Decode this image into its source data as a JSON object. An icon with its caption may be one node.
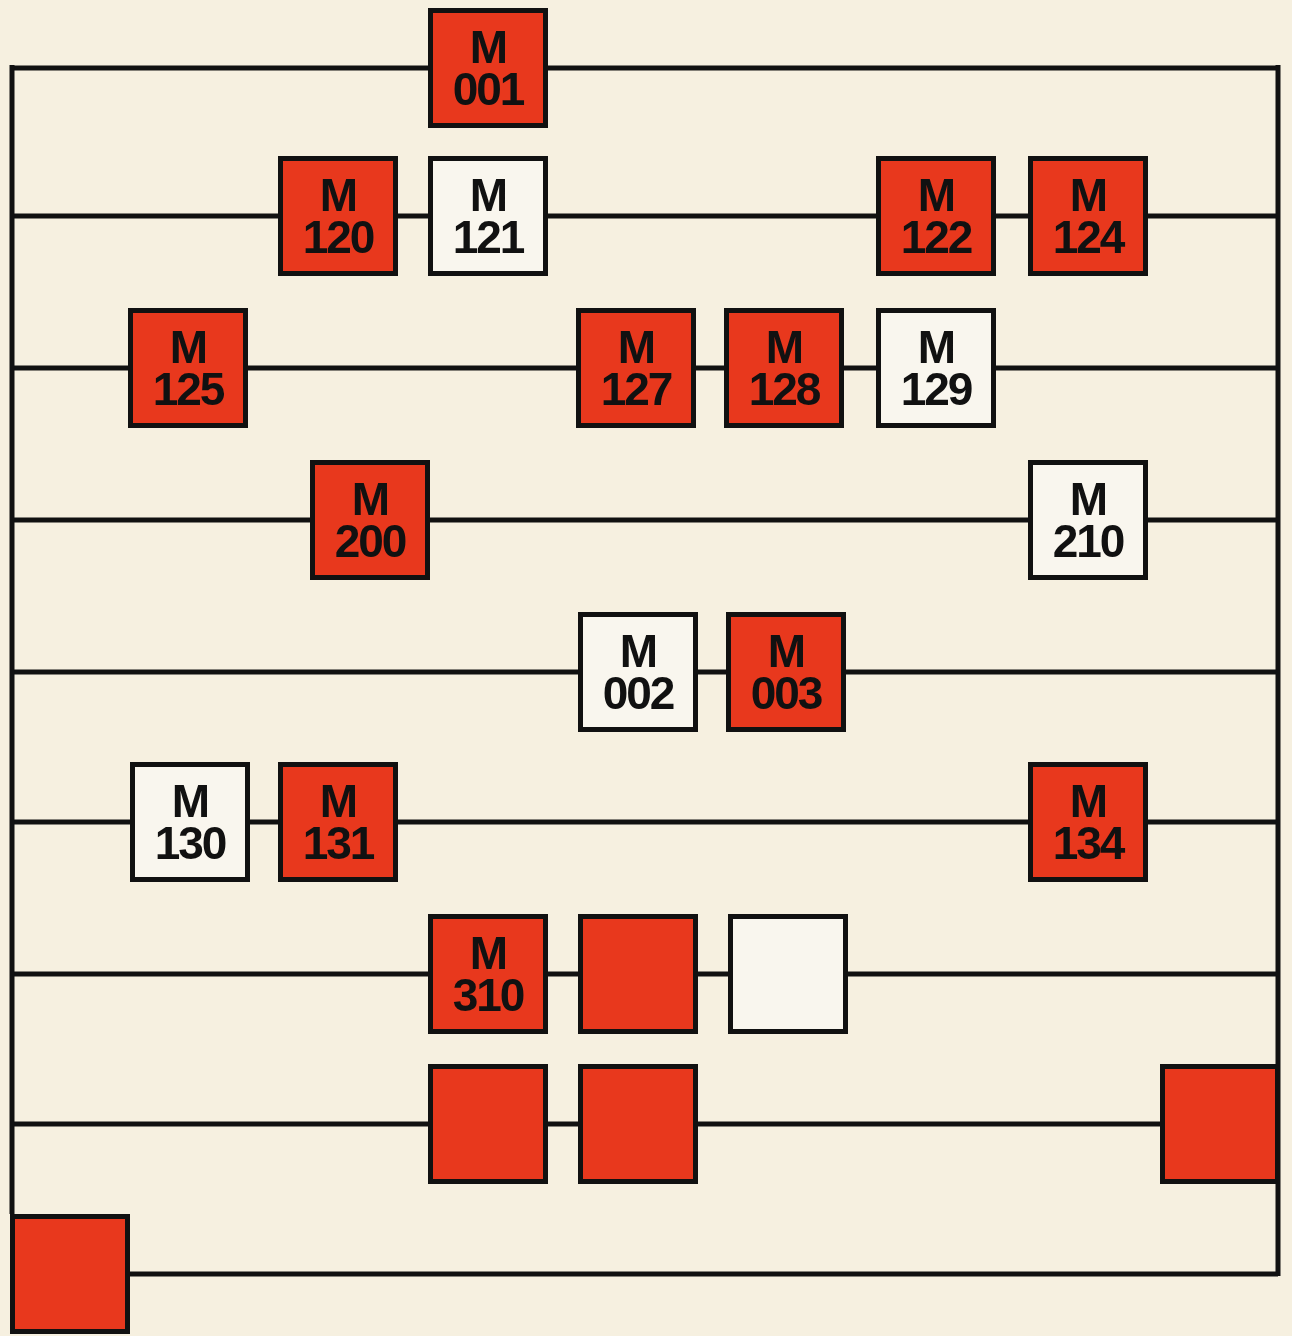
{
  "diagram": {
    "nodes": [
      {
        "text": [
          "M 001"
        ]
      },
      {
        "text": [
          "M 120"
        ]
      },
      {
        "text": [
          "M 121"
        ]
      },
      {
        "text": [
          "M 122"
        ]
      },
      {
        "text": [
          "M 124"
        ]
      },
      {
        "text": [
          "M 125"
        ]
      },
      {
        "text": [
          "M 127"
        ]
      },
      {
        "text": [
          "M 128"
        ]
      },
      {
        "text": [
          "M 129"
        ]
      },
      {
        "text": [
          "M 200"
        ]
      },
      {
        "text": [
          "M 210"
        ]
      },
      {
        "text": [
          "M 002"
        ]
      },
      {
        "text": [
          "M 003"
        ]
      },
      {
        "text": [
          "M 130"
        ]
      },
      {
        "text": [
          "M 131"
        ]
      },
      {
        "text": [
          "M 134"
        ]
      },
      {
        "text": [
          "M 310"
        ]
      },
      {
        "text": [],
        "shape": "box"
      },
      {
        "text": [],
        "shape": "box"
      },
      {
        "text": [],
        "shape": "box"
      },
      {
        "text": [],
        "shape": "box"
      },
      {
        "text": [],
        "shape": "box"
      },
      {
        "text": [],
        "shape": "box"
      }
    ],
    "edges": [
      {
        "from": null,
        "to": 0,
        "arrow": "none"
      },
      {
        "from": 0,
        "to": null,
        "arrow": "none"
      },
      {
        "from": null,
        "to": 1,
        "arrow": "none"
      },
      {
        "from": 1,
        "to": 2,
        "arrow": "none"
      },
      {
        "from": 2,
        "to": 3,
        "arrow": "none"
      },
      {
        "from": 3,
        "to": 4,
        "arrow": "none"
      },
      {
        "from": 4,
        "to": null,
        "arrow": "none"
      },
      {
        "from": null,
        "to": 5,
        "arrow": "none"
      },
      {
        "from": 5,
        "to": 6,
        "arrow": "none"
      },
      {
        "from": 6,
        "to": 7,
        "arrow": "none"
      },
      {
        "from": 7,
        "to": 8,
        "arrow": "none"
      },
      {
        "from": 8,
        "to": null,
        "arrow": "none"
      },
      {
        "from": null,
        "to": 9,
        "arrow": "none"
      },
      {
        "from": 9,
        "to": 10,
        "arrow": "none"
      },
      {
        "from": 10,
        "to": null,
        "arrow": "none"
      },
      {
        "from": null,
        "to": 11,
        "arrow": "none"
      },
      {
        "from": 11,
        "to": 12,
        "arrow": "none"
      },
      {
        "from": 12,
        "to": null,
        "arrow": "none"
      },
      {
        "from": null,
        "to": 13,
        "arrow": "none"
      },
      {
        "from": 13,
        "to": 14,
        "arrow": "none"
      },
      {
        "from": 14,
        "to": 15,
        "arrow": "none"
      },
      {
        "from": 15,
        "to": null,
        "arrow": "none"
      },
      {
        "from": null,
        "to": 16,
        "arrow": "none"
      },
      {
        "from": 16,
        "to": 17,
        "arrow": "none"
      },
      {
        "from": 17,
        "to": 18,
        "arrow": "none"
      },
      {
        "from": 18,
        "to": null,
        "arrow": "none"
      },
      {
        "from": null,
        "to": 19,
        "arrow": "none"
      },
      {
        "from": 19,
        "to": 20,
        "arrow": "none"
      },
      {
        "from": 20,
        "to": 21,
        "arrow": "none"
      },
      {
        "from": null,
        "to": 22,
        "arrow": "none"
      },
      {
        "from": 22,
        "to": null,
        "arrow": "none"
      }
    ]
  }
}
